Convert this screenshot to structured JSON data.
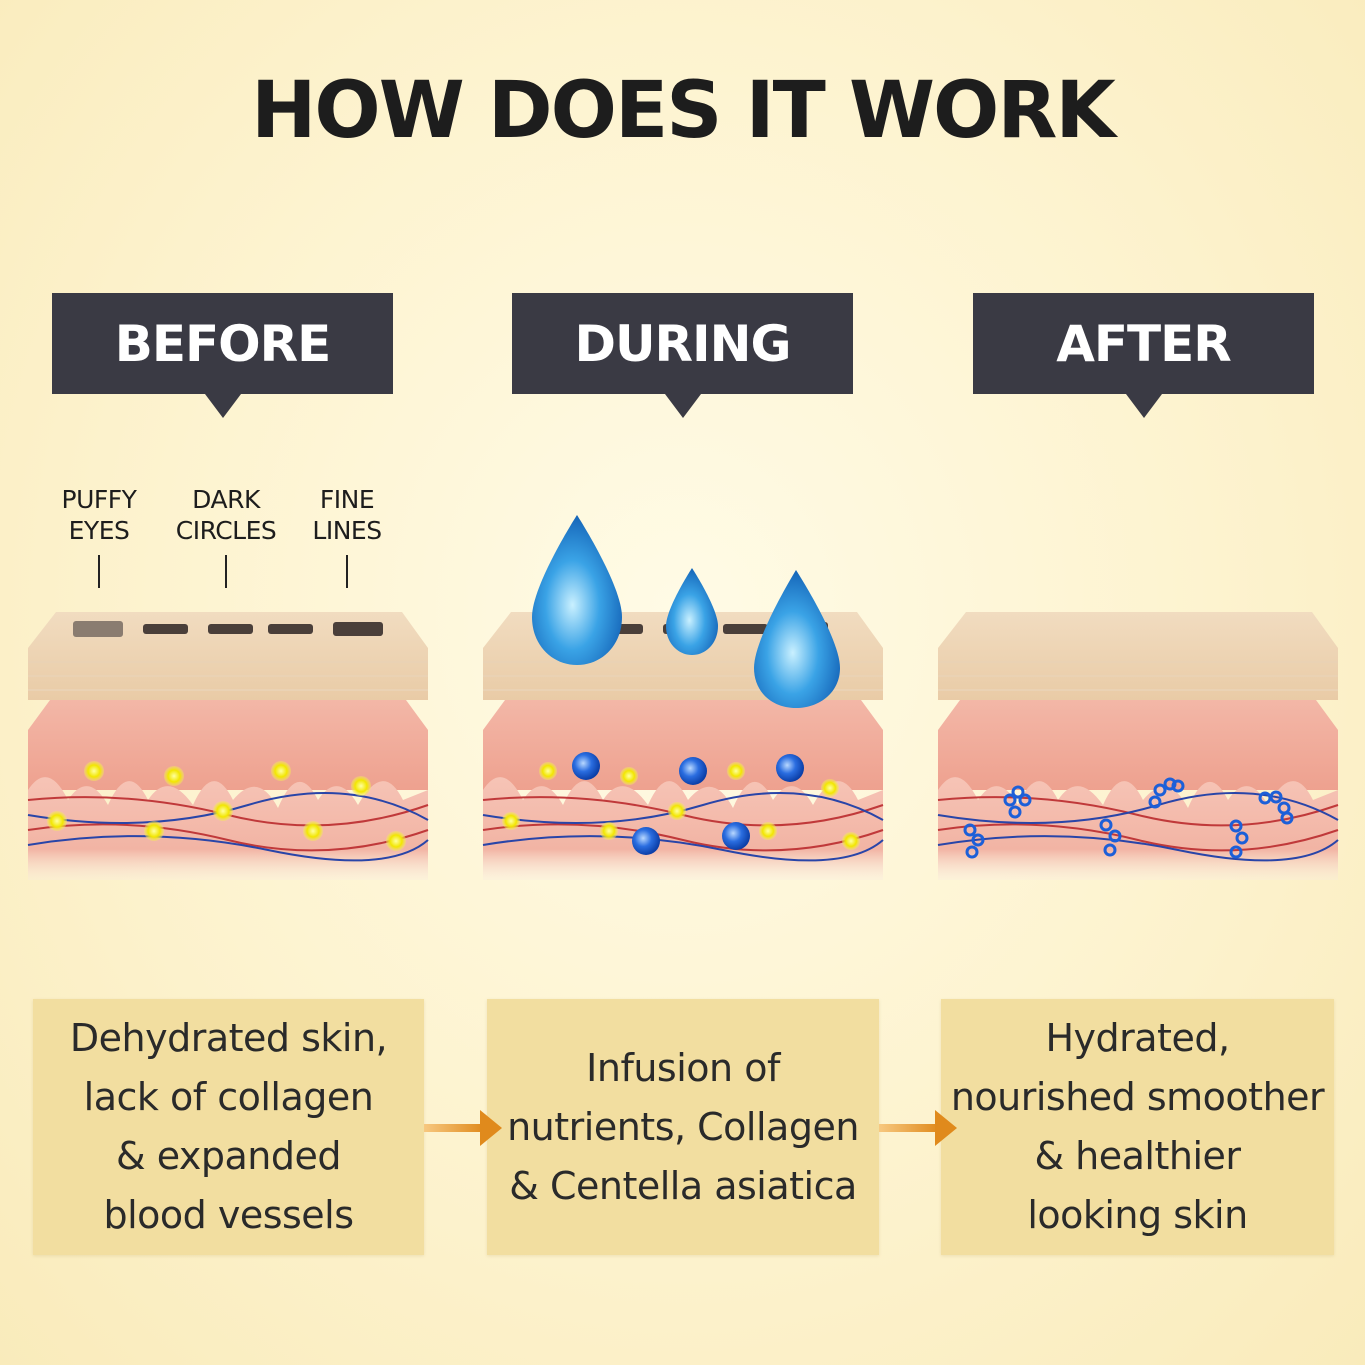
{
  "title": "HOW DOES IT WORK",
  "stages": [
    {
      "header": "BEFORE",
      "description": "Dehydrated skin,\nlack of collagen\n& expanded\nblood vessels"
    },
    {
      "header": "DURING",
      "description": "Infusion of\nnutrients, Collagen\n& Centella asiatica"
    },
    {
      "header": "AFTER",
      "description": "Hydrated,\nnourished smoother\n& healthier\nlooking skin"
    }
  ],
  "labels": [
    "PUFFY\nEYES",
    "DARK\nCIRCLES",
    "FINE\nLINES"
  ],
  "colors": {
    "header_bg": "#3a3a44",
    "box_bg": "#f2dea0",
    "arrow": "#e08a1c",
    "droplet": "#2f8fd8",
    "molecule": "#1c5fd8",
    "yellow_dot": "#f2e600"
  }
}
